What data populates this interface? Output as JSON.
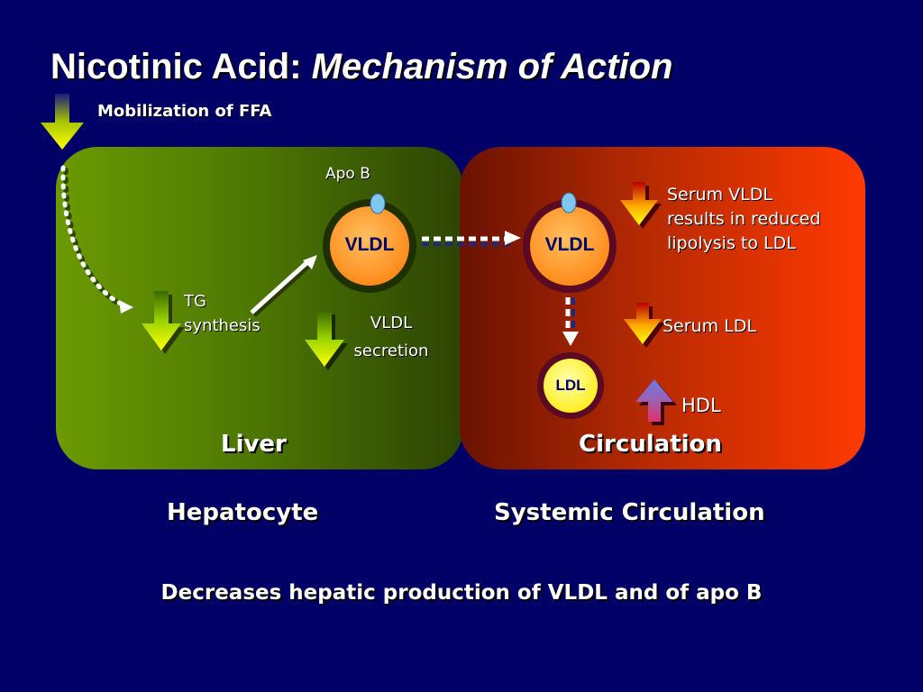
{
  "title": {
    "main": "Nicotinic Acid: ",
    "italic": "Mechanism of Action"
  },
  "ffa_label": "Mobilization of FFA",
  "liver_panel": {
    "tg_label_line1": "TG",
    "tg_label_line2": "synthesis",
    "apob_label": "Apo B",
    "vldl_circle_label": "VLDL",
    "vldl_secretion_line1": "VLDL",
    "vldl_secretion_line2": "secretion",
    "panel_label": "Liver",
    "below_label": "Hepatocyte"
  },
  "circulation_panel": {
    "vldl_circle_label": "VLDL",
    "ldl_circle_label": "LDL",
    "serum_vldl_line1": "Serum VLDL",
    "serum_vldl_line2": "results in reduced",
    "serum_vldl_line3": "lipolysis to LDL",
    "serum_ldl_label": "Serum LDL",
    "hdl_label": "HDL",
    "panel_label": "Circulation",
    "below_label": "Systemic Circulation"
  },
  "footer": "Decreases hepatic production of VLDL and of apo B",
  "colors": {
    "background": "#000066",
    "liver_green": "#6b9a02",
    "circulation_red": "#ff3a00",
    "down_arrow_yellow": "#ffff00",
    "up_arrow_pink": "#d0406a",
    "up_arrow_blue": "#5a7ad8",
    "vldl_orange": "#ff9a2a",
    "ldl_yellow": "#ffff66",
    "apob_blue": "#7ec8ee"
  },
  "icons": {
    "ffa_arrow": "down-arrow",
    "tg_arrow": "down-arrow",
    "vldl_secretion_arrow": "down-arrow",
    "serum_vldl_arrow": "down-arrow",
    "serum_ldl_arrow": "down-arrow",
    "hdl_arrow": "up-arrow"
  }
}
